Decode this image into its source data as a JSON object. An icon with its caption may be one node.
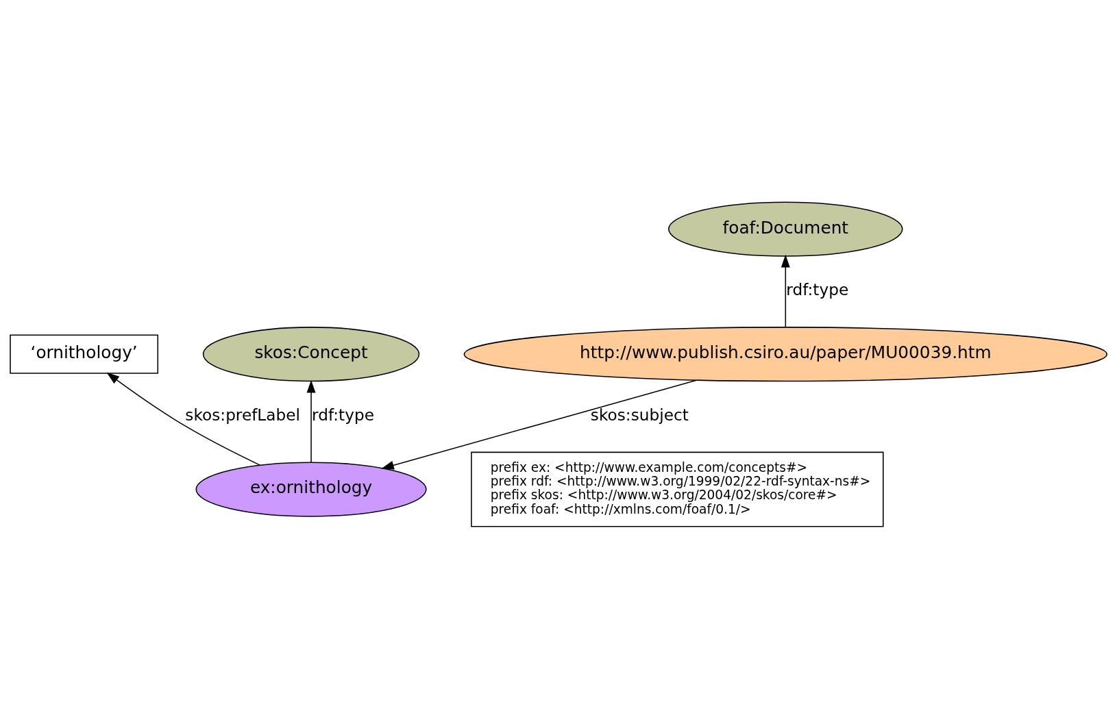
{
  "diagram": {
    "nodes": [
      {
        "text": [
          "‘ornithology’"
        ]
      },
      {
        "text": [
          "ex:ornithology"
        ]
      },
      {
        "text": [
          "http://www.publish.csiro.au/paper/MU00039.htm"
        ]
      },
      {
        "text": [
          "skos:Concept"
        ]
      },
      {
        "text": [
          "foaf:Document"
        ]
      },
      {
        "text": [
          "prefix ex: <http://www.example.com/concepts#>",
          "prefix rdf: <http://www.w3.org/1999/02/22-rdf-syntax-ns#>",
          "prefix skos: <http://www.w3.org/2004/02/skos/core#>",
          "prefix foaf: <http://xmlns.com/foaf/0.1/>"
        ]
      }
    ],
    "edges": [
      {
        "from": 1,
        "to": 0,
        "arrow": "to",
        "label": "skos:prefLabel"
      },
      {
        "from": 2,
        "to": 1,
        "arrow": "to",
        "label": "skos:subject"
      },
      {
        "from": 1,
        "to": 3,
        "arrow": "to",
        "label": "rdf:type"
      },
      {
        "from": 2,
        "to": 4,
        "arrow": "to",
        "label": "rdf:type"
      }
    ]
  }
}
